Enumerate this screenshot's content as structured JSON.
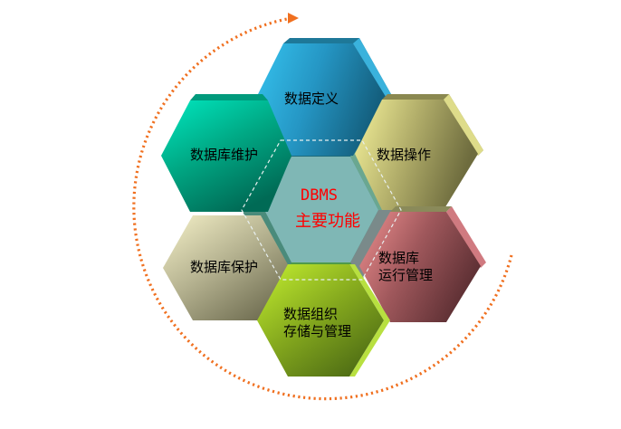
{
  "diagram": {
    "center": {
      "title_line1": "DBMS",
      "title_line2": "主要功能",
      "text_color": "#ff0000",
      "face_color": "#7fb7b5"
    },
    "functions": [
      {
        "id": "top",
        "label_line1": "数据定义",
        "label_line2": "",
        "color": "#2aa6d4"
      },
      {
        "id": "upper-left",
        "label_line1": "数据库维护",
        "label_line2": "",
        "color": "#00b896"
      },
      {
        "id": "upper-right",
        "label_line1": "数据操作",
        "label_line2": "",
        "color": "#c9c77a"
      },
      {
        "id": "lower-left",
        "label_line1": "数据库保护",
        "label_line2": "",
        "color": "#c9c6a0"
      },
      {
        "id": "lower-right",
        "label_line1": "数据库",
        "label_line2": "运行管理",
        "color": "#c97c80"
      },
      {
        "id": "bottom",
        "label_line1": "数据组织",
        "label_line2": "存储与管理",
        "color": "#9ac22a"
      }
    ],
    "cycle_arrow": {
      "style": "dotted",
      "color": "#f07020",
      "direction": "clockwise"
    }
  }
}
